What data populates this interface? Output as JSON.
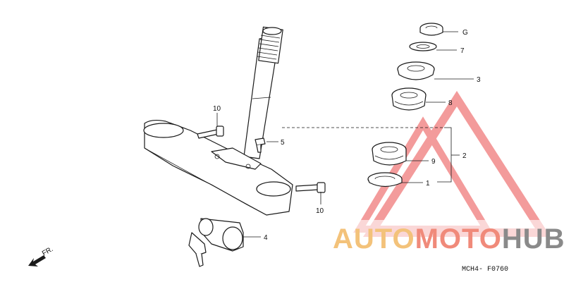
{
  "diagram": {
    "callouts": {
      "c10a": "10",
      "c5": "5",
      "c10b": "10",
      "c4": "4",
      "cG": "G",
      "c7": "7",
      "c3": "3",
      "c8": "8",
      "c2": "2",
      "c9": "9",
      "c1": "1"
    },
    "front_label": "FR.",
    "diagram_code": "MCH4- F0760"
  },
  "watermark": {
    "part1": "AUTO",
    "part2": "MOTO",
    "part3": "HUB",
    "colors": {
      "triangle": "#f07a7a",
      "auto": "#f3c27a",
      "moto": "#f08a7a",
      "hub": "#8a8a8a"
    }
  }
}
